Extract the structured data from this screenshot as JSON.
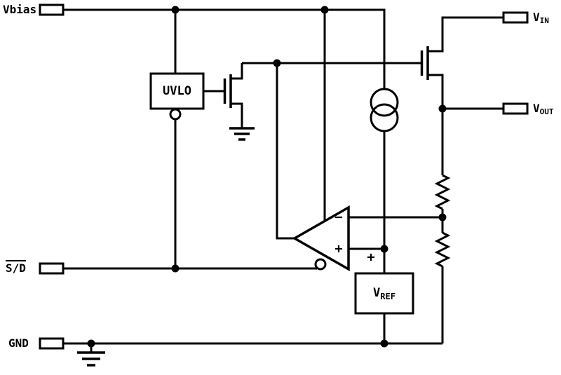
{
  "colors": {
    "ink": "#000000",
    "background": "#ffffff"
  },
  "pins": {
    "vbias": {
      "label": "Vbias"
    },
    "sd": {
      "label": "S/D"
    },
    "gnd": {
      "label": "GND"
    },
    "vin": {
      "main": "V",
      "sub": "IN"
    },
    "vout": {
      "main": "V",
      "sub": "OUT"
    }
  },
  "blocks": {
    "uvlo": {
      "label": "UVLO"
    },
    "vref": {
      "main": "V",
      "sub": "REF",
      "polarity": "+"
    }
  },
  "opamp": {
    "minus_label": "−",
    "plus_label": "+"
  }
}
